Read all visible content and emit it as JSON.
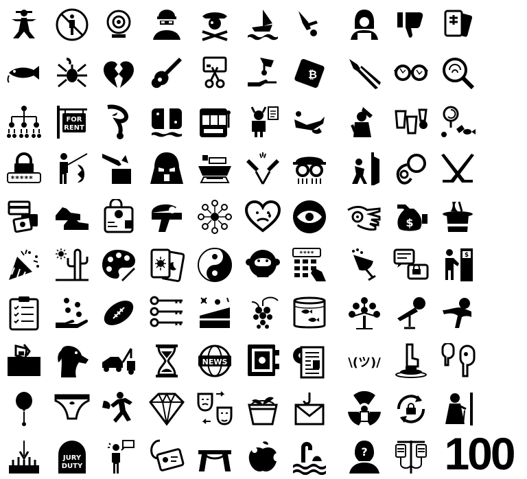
{
  "icon_grid": {
    "icons": [
      [
        "scarecrow-icon",
        "no-standing-icon",
        "webcam-icon",
        "robber-icon",
        "pirate-icon",
        "sinking-ship-icon",
        "falling-person-icon",
        "hacker-icon",
        "thumbs-down-icon",
        "mahjong-tiles-icon"
      ],
      [
        "catfish-icon",
        "scorpion-icon",
        "broken-heart-icon",
        "electric-guitar-icon",
        "cut-credit-card-icon",
        "bribe-icon",
        "bitcoin-wallet-icon",
        "pliers-icon",
        "broken-glasses-icon",
        "fingerprint-search-icon"
      ],
      [
        "hierarchy-icon",
        "for-rent-sign-icon",
        "grinch-icon",
        "game-console-icon",
        "slot-machine-icon",
        "devil-contract-icon",
        "banana-peel-slip-icon",
        "caveman-icon",
        "shell-game-cups-icon",
        "candy-icon"
      ],
      [
        "password-lock-icon",
        "fisherman-icon",
        "pickpocket-icon",
        "darth-vader-icon",
        "cargo-ship-icon",
        "jumper-cables-icon",
        "spy-glasses-icon",
        "hiding-person-icon",
        "pacifier-icon",
        "hockey-sticks-icon"
      ],
      [
        "money-cards-icon",
        "sneakers-icon",
        "crypto-wallet-icon",
        "water-gun-icon",
        "network-icon",
        "crying-heart-icon",
        "eye-icon",
        "ok-hand-icon",
        "money-bag-hand-icon",
        "magic-hat-icon"
      ],
      [
        "party-popper-icon",
        "desert-cactus-icon",
        "palette-icon",
        "tarot-cards-icon",
        "yin-yang-icon",
        "speak-no-evil-monkey-icon",
        "keypad-icon",
        "wine-glass-icon",
        "secure-chat-icon",
        "atm-icon"
      ],
      [
        "checklist-clipboard-icon",
        "money-hand-icon",
        "football-icon",
        "keys-icon",
        "cake-slice-icon",
        "grapes-icon",
        "aquarium-icon",
        "money-tree-icon",
        "microphone-icon",
        "contortionist-icon"
      ],
      [
        "hand-pocket-icon",
        "dog-icon",
        "tow-truck-icon",
        "hourglass-icon",
        "news-globe-icon",
        "vault-icon",
        "toilet-paper-news-icon",
        "shrug-emoticon-icon",
        "buzzer-button-icon",
        "earbuds-icon"
      ],
      [
        "balloon-icon",
        "underwear-icon",
        "running-thief-icon",
        "diamond-icon",
        "mask-swap-icon",
        "plant-bucket-icon",
        "email-hook-icon",
        "radioactive-icon",
        "lock-refresh-icon",
        "old-lady-icon"
      ],
      [
        "unicorn-balloon-icon",
        "jury-duty-tombstone-icon",
        "speaking-man-icon",
        "id-card-icon",
        "trampoline-icon",
        "apple-bite-icon",
        "loch-ness-icon",
        "anonymous-icon",
        "iv-bags-icon"
      ]
    ]
  },
  "labels": {
    "for_rent_line1": "FOR",
    "for_rent_line2": "RENT",
    "news": "NEWS",
    "jury_line1": "JURY",
    "jury_line2": "DUTY",
    "password": "*****_",
    "keypad": "****",
    "shrug": "\\(ツ)/",
    "hundred": "100"
  }
}
